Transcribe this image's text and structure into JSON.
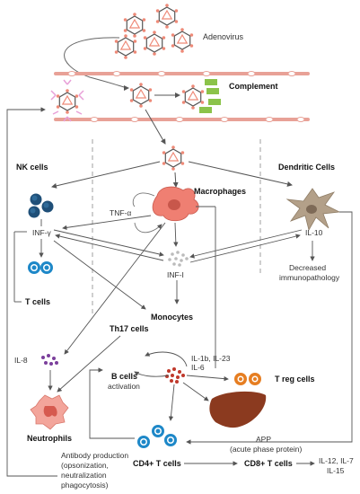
{
  "labels": {
    "adenovirus": "Adenovirus",
    "complement": "Complement",
    "nk_cells": "NK cells",
    "dendritic_cells": "Dendritic Cells",
    "macrophages": "Macrophages",
    "tnf_alpha": "TNF-α",
    "inf_gamma": "INF-γ",
    "il10": "IL-10",
    "inf_i": "INF-I",
    "decreased_immunopathology": [
      "Decreased",
      "immunopathology"
    ],
    "t_cells": "T cells",
    "monocytes": "Monocytes",
    "th17_cells": "Th17 cells",
    "il8": "IL-8",
    "cytokines": [
      "IL-1b, IL-23",
      "IL-6"
    ],
    "b_cells": "B cells",
    "activation": "activation",
    "t_reg_cells": "T reg cells",
    "neutrophils": "Neutrophils",
    "app": [
      "APP",
      "(acute phase protein)"
    ],
    "antibody_production": [
      "Antibody production",
      "(opsonization,",
      "neutralization",
      "phagocytosis)"
    ],
    "cd4_t_cells": "CD4+ T cells",
    "cd8_t_cells": "CD8+ T cells",
    "cd8_products": [
      "IL-12, IL-7",
      "IL-15"
    ]
  },
  "colors": {
    "virus_core": "#ee8a78",
    "virus_outline": "#555555",
    "vessel": "#e8a197",
    "complement": "#8bc34a",
    "nk_cell": "#1f4f78",
    "t_cell": "#1e88c8",
    "macrophage": "#ef7f72",
    "dendritic": "#b3a089",
    "inf_dots": "#bbbbbb",
    "il8_dots": "#7b3f9c",
    "cytokine_dots": "#c0392b",
    "treg": "#e67e22",
    "liver": "#8b3a1f",
    "neutrophil": "#f3a59b"
  }
}
